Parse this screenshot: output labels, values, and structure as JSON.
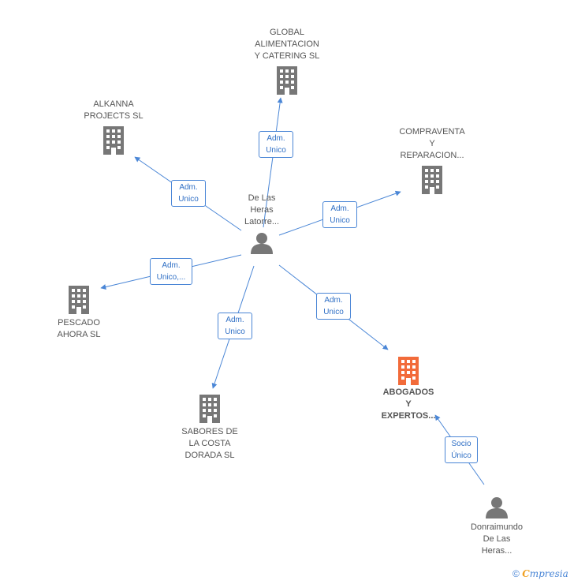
{
  "colors": {
    "edge": "#4a86d6",
    "company": "#777777",
    "company_focus": "#f26b3a",
    "person": "#777777"
  },
  "nodes": {
    "center_person": {
      "label": "De Las\nHeras\nLatorre...",
      "icon": "person-icon"
    },
    "global": {
      "label": "GLOBAL\nALIMENTACION\nY CATERING  SL",
      "icon": "building-icon"
    },
    "alkanna": {
      "label": "ALKANNA\nPROJECTS SL",
      "icon": "building-icon"
    },
    "compraventa": {
      "label": "COMPRAVENTA\nY\nREPARACION...",
      "icon": "building-icon"
    },
    "pescado": {
      "label": "PESCADO\nAHORA  SL",
      "icon": "building-icon"
    },
    "sabores": {
      "label": "SABORES DE\nLA COSTA\nDORADA  SL",
      "icon": "building-icon"
    },
    "abogados": {
      "label": "ABOGADOS\nY\nEXPERTOS...",
      "icon": "building-icon"
    },
    "donraimundo": {
      "label": "Donraimundo\nDe Las\nHeras...",
      "icon": "person-icon"
    }
  },
  "edges": {
    "global": "Adm.\nUnico",
    "alkanna": "Adm.\nUnico",
    "compraventa": "Adm.\nUnico",
    "pescado": "Adm.\nUnico,...",
    "sabores": "Adm.\nUnico",
    "abogados": "Adm.\nUnico",
    "donraimundo": "Socio\nÚnico"
  },
  "footer": {
    "copyright": "©",
    "brand_first": "C",
    "brand_rest": "mpresia"
  }
}
